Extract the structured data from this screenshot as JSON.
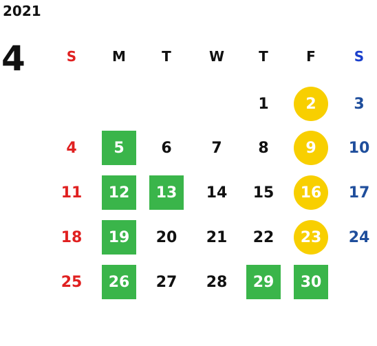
{
  "calendar": {
    "year": "2021",
    "month": "4",
    "weekdays": [
      "S",
      "M",
      "T",
      "W",
      "T",
      "F",
      "S"
    ],
    "colors": {
      "sunday": "#e02020",
      "saturday": "#1f4e9c",
      "weekday_header_sunday": "#e02020",
      "weekday_header_saturday": "#1a3fcc",
      "green_highlight": "#3ab54a",
      "yellow_highlight": "#f8cf00"
    },
    "weeks": [
      [
        null,
        null,
        null,
        null,
        "1",
        {
          "day": "2",
          "mark": "yellow"
        },
        "3"
      ],
      [
        "4",
        {
          "day": "5",
          "mark": "green"
        },
        "6",
        "7",
        "8",
        {
          "day": "9",
          "mark": "yellow"
        },
        "10"
      ],
      [
        "11",
        {
          "day": "12",
          "mark": "green"
        },
        {
          "day": "13",
          "mark": "green"
        },
        "14",
        "15",
        {
          "day": "16",
          "mark": "yellow"
        },
        "17"
      ],
      [
        "18",
        {
          "day": "19",
          "mark": "green"
        },
        "20",
        "21",
        "22",
        {
          "day": "23",
          "mark": "yellow"
        },
        "24"
      ],
      [
        "25",
        {
          "day": "26",
          "mark": "green"
        },
        "27",
        "28",
        {
          "day": "29",
          "mark": "green"
        },
        {
          "day": "30",
          "mark": "green"
        },
        null
      ]
    ]
  }
}
